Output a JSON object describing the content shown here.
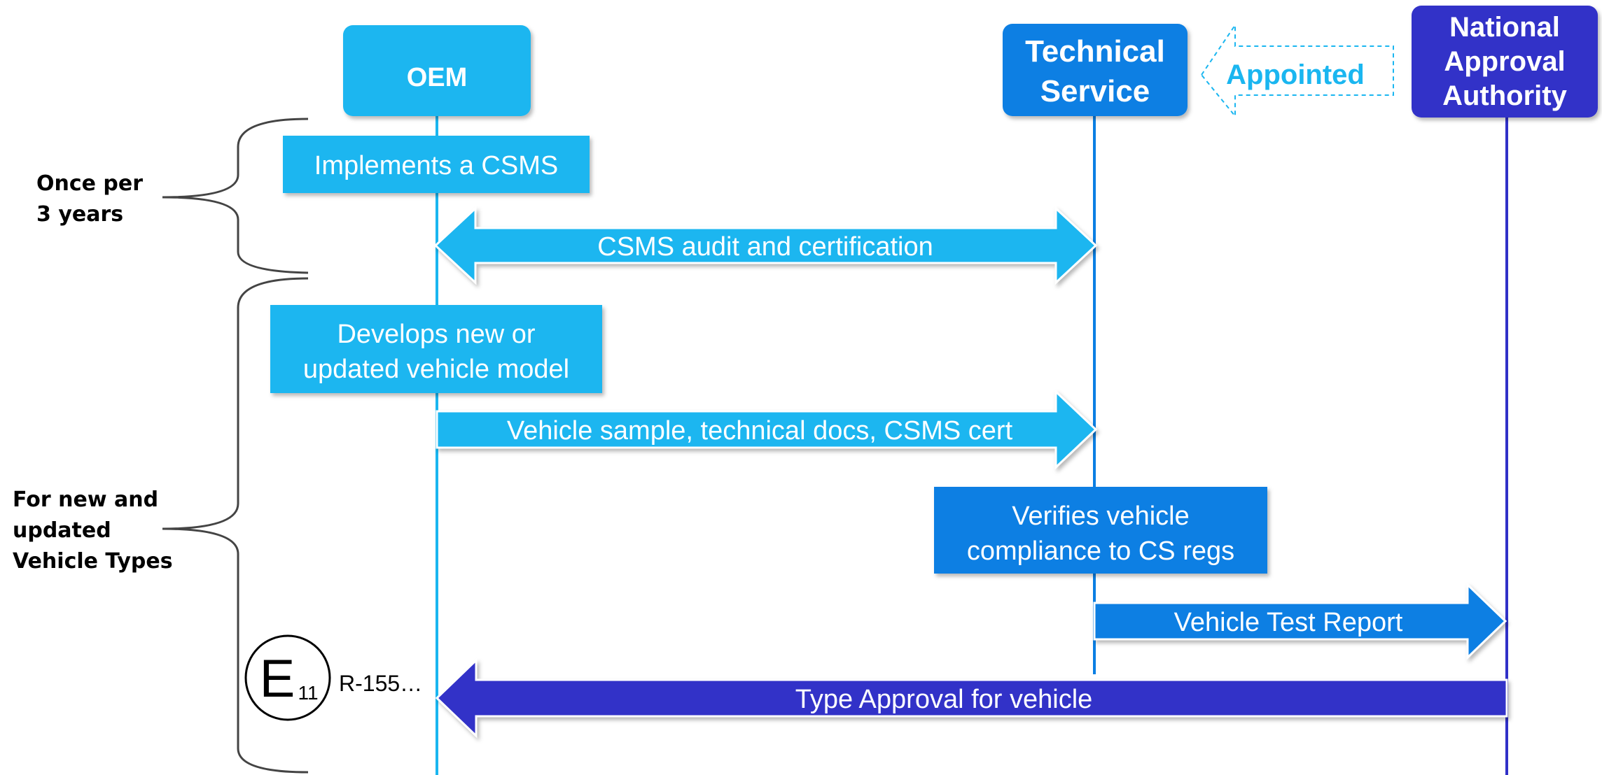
{
  "colors": {
    "oem": "#1ab6f0",
    "technical_service": "#0b7fe3",
    "authority": "#3030c8",
    "appointed_text": "#1ab6f0"
  },
  "participants": {
    "oem": "OEM",
    "technical_service": [
      "Technical",
      "Service"
    ],
    "authority": [
      "National",
      "Approval",
      "Authority"
    ]
  },
  "appointed": "Appointed",
  "side_labels": {
    "once": [
      "Once per",
      "3 years"
    ],
    "new_updated": [
      "For new and",
      "updated",
      "Vehicle Types"
    ]
  },
  "steps": {
    "implements": "Implements a CSMS",
    "audit": "CSMS audit and certification",
    "develops": [
      "Develops new or",
      "updated vehicle model"
    ],
    "sample": "Vehicle sample, technical docs, CSMS cert",
    "verifies": [
      "Verifies vehicle",
      "compliance to CS regs"
    ],
    "test_report": "Vehicle Test Report",
    "type_approval": "Type Approval for vehicle"
  },
  "approval_mark": {
    "letter": "E",
    "number": "11",
    "regulation": "R-155…"
  }
}
